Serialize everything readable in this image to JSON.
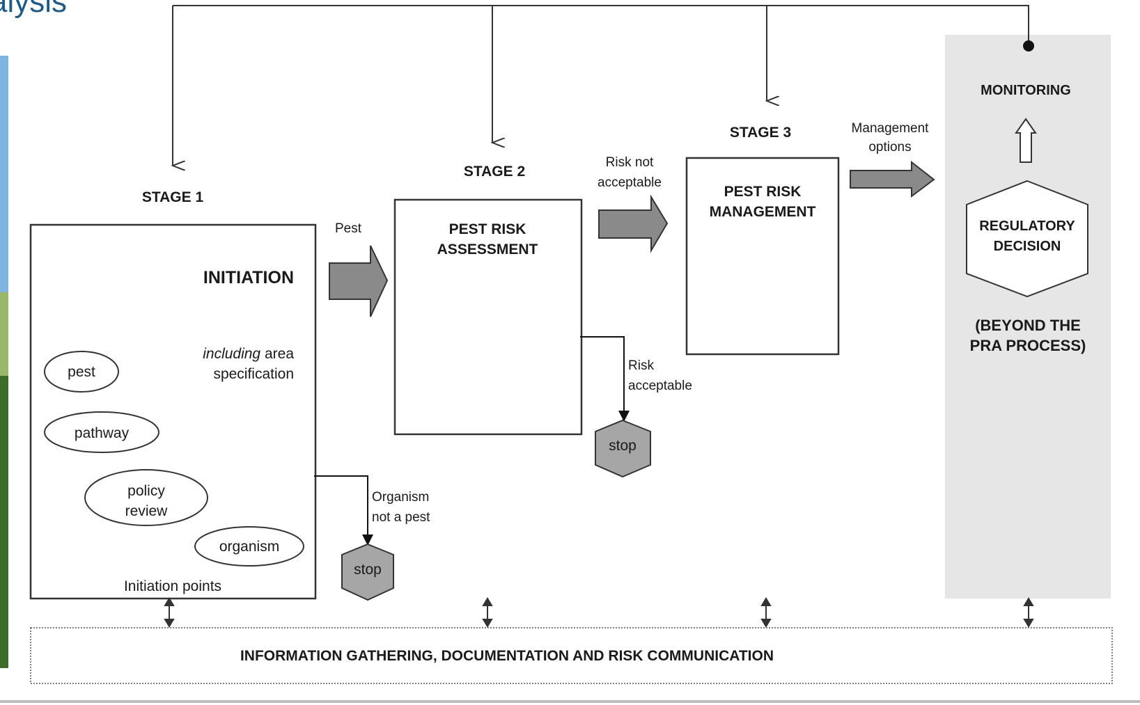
{
  "slide_title_fragment": "alysis",
  "stages": {
    "stage1": {
      "heading": "STAGE 1",
      "box_title": "INITIATION",
      "note_italic": "including",
      "note_rest": "area",
      "note_line2": "specification",
      "footer": "Initiation points"
    },
    "stage2": {
      "heading": "STAGE 2",
      "box_title_1": "PEST RISK",
      "box_title_2": "ASSESSMENT"
    },
    "stage3": {
      "heading": "STAGE 3",
      "box_title_1": "PEST RISK",
      "box_title_2": "MANAGEMENT"
    }
  },
  "initiation_points": [
    "pest",
    "pathway",
    "policy",
    "review",
    "organism"
  ],
  "flows": {
    "pest": "Pest",
    "risk_not_acceptable_1": "Risk not",
    "risk_not_acceptable_2": "acceptable",
    "management_options_1": "Management",
    "management_options_2": "options",
    "risk_acceptable_1": "Risk",
    "risk_acceptable_2": "acceptable",
    "organism_not_pest_1": "Organism",
    "organism_not_pest_2": "not a pest"
  },
  "stops": {
    "stop1": "stop",
    "stop2": "stop"
  },
  "beyond": {
    "monitoring": "MONITORING",
    "decision_1": "REGULATORY",
    "decision_2": "DECISION",
    "beyond_1": "(BEYOND THE",
    "beyond_2": "PRA PROCESS)"
  },
  "bottom_bar": "INFORMATION GATHERING, DOCUMENTATION AND RISK COMMUNICATION",
  "colors": {
    "arrow_fill": "#8a8a8a",
    "stop_fill": "#a6a6a6",
    "panel_fill": "#e6e6e6",
    "line": "#333333",
    "title": "#1f5a86"
  }
}
